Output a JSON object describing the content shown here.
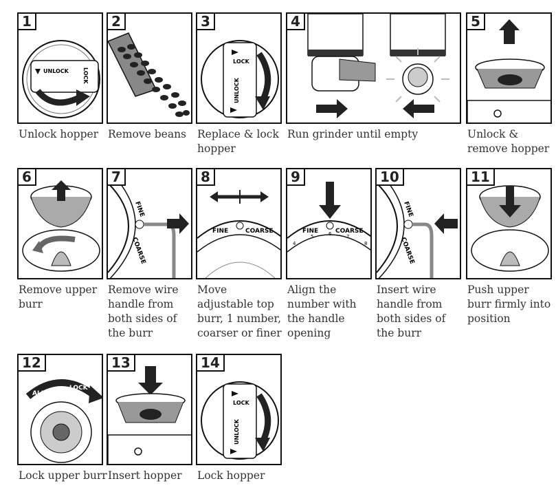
{
  "steps": [
    {
      "number": "1",
      "caption": "Unlock hopper"
    },
    {
      "number": "2",
      "caption": "Remove beans"
    },
    {
      "number": "3",
      "caption": "Replace & lock hopper"
    },
    {
      "number": "4",
      "caption": "Run grinder until empty"
    },
    {
      "number": "5",
      "caption": "Unlock & remove hopper"
    },
    {
      "number": "6",
      "caption": "Remove upper burr"
    },
    {
      "number": "7",
      "caption": "Remove wire handle from both sides of the burr"
    },
    {
      "number": "8",
      "caption": "Move adjustable top burr, 1 number, coarser or finer"
    },
    {
      "number": "9",
      "caption": "Align the number with the handle opening"
    },
    {
      "number": "10",
      "caption": "Insert wire handle from both sides of the burr"
    },
    {
      "number": "11",
      "caption": "Push upper burr firmly into position"
    },
    {
      "number": "12",
      "caption": "Lock upper burr"
    },
    {
      "number": "13",
      "caption": "Insert hopper"
    },
    {
      "number": "14",
      "caption": "Lock hopper"
    }
  ],
  "labels": {
    "unlock": "UNLOCK",
    "lock": "LOCK",
    "fine": "FINE",
    "coarse": "COARSE",
    "align": "ALIGN",
    "scale": [
      "4",
      "5",
      "6",
      "7",
      "8"
    ]
  }
}
